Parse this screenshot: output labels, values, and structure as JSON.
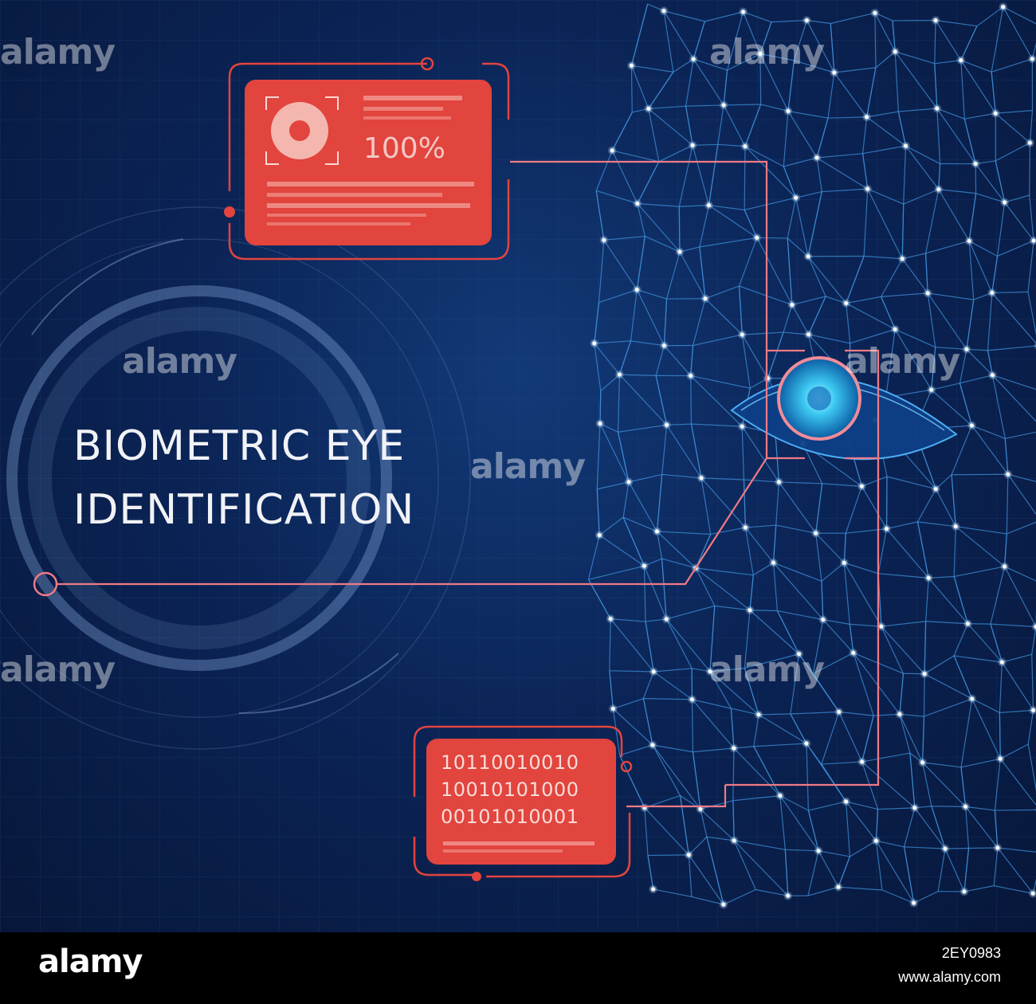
{
  "title": {
    "line1": "BIOMETRIC EYE",
    "line2": "IDENTIFICATION"
  },
  "scan_card": {
    "percentage": "100%"
  },
  "binary_card": {
    "line1": "10110010010",
    "line2": "10010101000",
    "line3": "00101010001"
  },
  "watermark": {
    "text": "alamy"
  },
  "footer": {
    "brand": "alamy",
    "image_id": "2EY0983",
    "site": "www.alamy.com"
  },
  "colors": {
    "background": "#0b2456",
    "accent_red": "#e2443e",
    "line_pink": "#f07a85",
    "mesh": "#3f8fd8"
  }
}
